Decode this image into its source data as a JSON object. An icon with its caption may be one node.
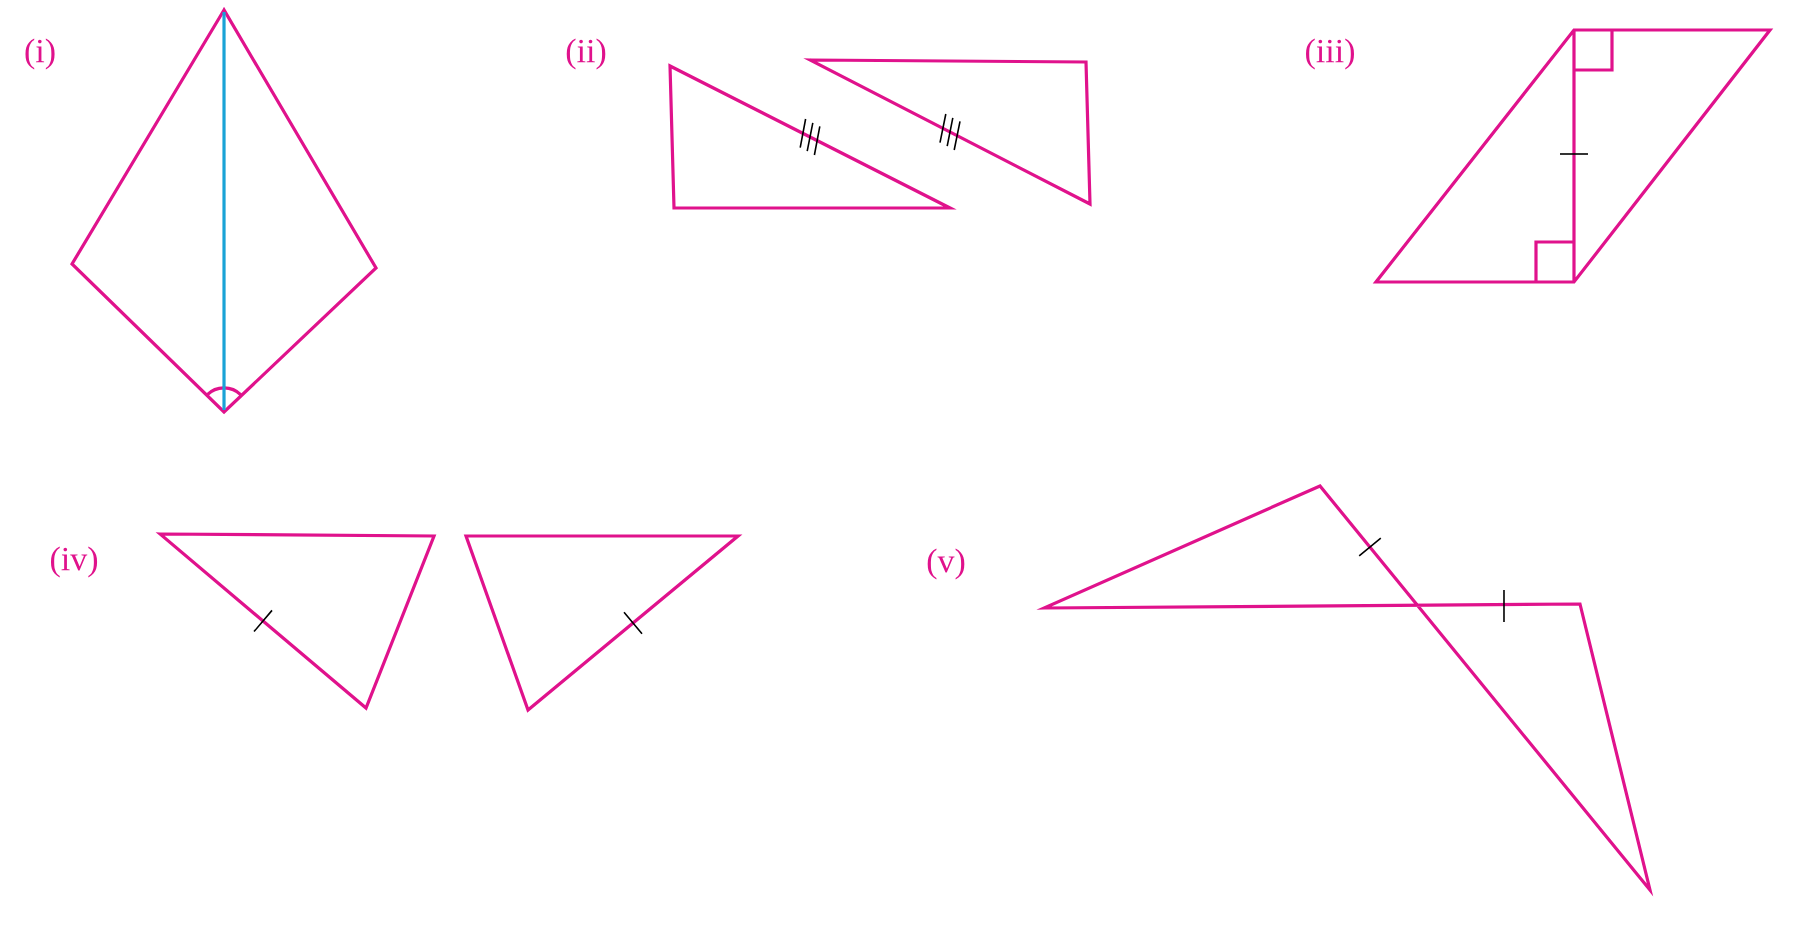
{
  "diagram": {
    "labels": [
      "(i)",
      "(ii)",
      "(iii)",
      "(iv)",
      "(v)"
    ]
  }
}
